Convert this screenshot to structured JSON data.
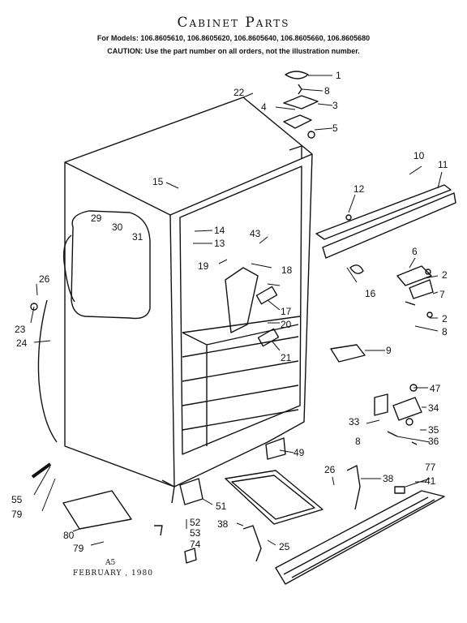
{
  "header": {
    "title": "Cabinet Parts",
    "models": "For Models: 106.8605610, 106.8605620, 106.8605640, 106.8605660, 106.8605680",
    "caution": "CAUTION: Use the part number on all orders, not the illustration number."
  },
  "footer": {
    "code": "A5",
    "date": "FEBRUARY , 1980"
  },
  "callouts": [
    "1",
    "8",
    "3",
    "4",
    "5",
    "22",
    "10",
    "11",
    "12",
    "15",
    "29",
    "30",
    "31",
    "14",
    "13",
    "43",
    "19",
    "18",
    "6",
    "2",
    "7",
    "2",
    "8",
    "16",
    "17",
    "20",
    "26",
    "23",
    "24",
    "21",
    "9",
    "47",
    "34",
    "33",
    "35",
    "36",
    "8",
    "49",
    "26",
    "38",
    "77",
    "41",
    "55",
    "79",
    "80",
    "79",
    "51",
    "52",
    "53",
    "74",
    "38",
    "25"
  ]
}
